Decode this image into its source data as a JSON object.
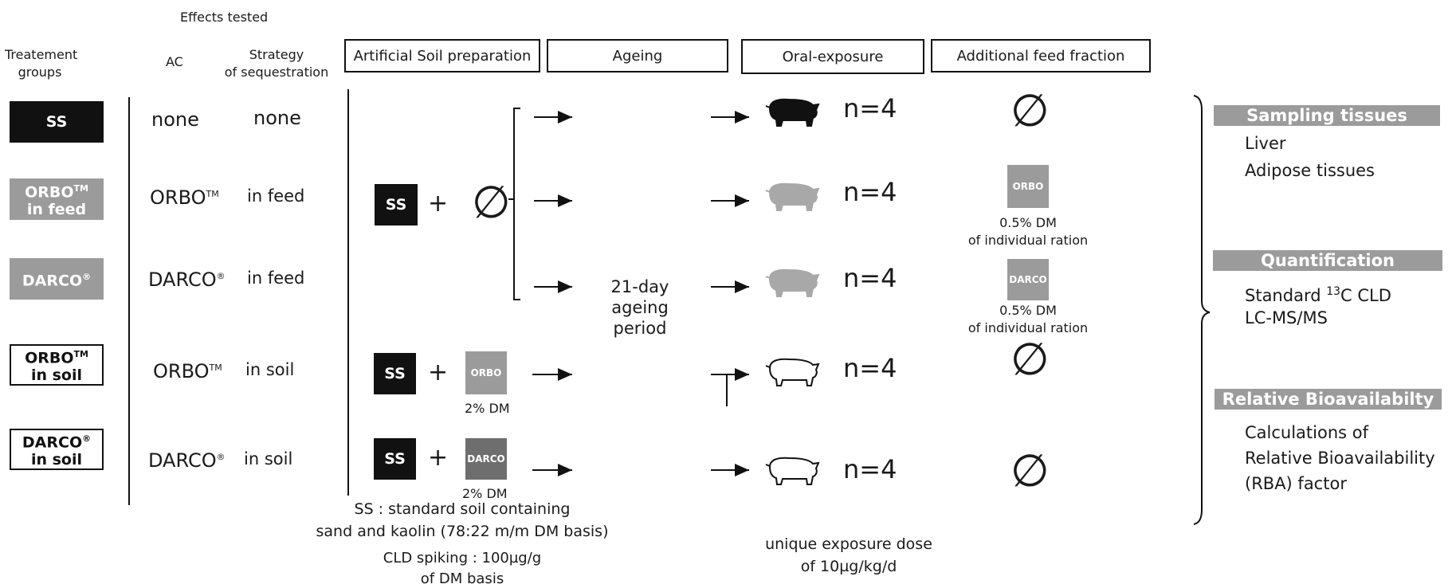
{
  "header": {
    "effects_tested": "Effects tested",
    "treatment_groups": "Treatement\ngroups",
    "ac": "AC",
    "strategy": "Strategy\nof sequestration"
  },
  "stages": [
    {
      "label": "Artificial Soil preparation"
    },
    {
      "label": "Ageing"
    },
    {
      "label": "Oral-exposure"
    },
    {
      "label": "Additional feed fraction"
    }
  ],
  "groups": [
    {
      "line1": "SS",
      "line2": "",
      "style": "dark",
      "ac": "none",
      "ac_sup": "",
      "strategy": "none"
    },
    {
      "line1": "ORBO",
      "line1_sup": "TM",
      "line2": "in feed",
      "style": "gray",
      "ac": "ORBO",
      "ac_sup": "TM",
      "strategy": "in feed"
    },
    {
      "line1": "DARCO",
      "line1_sup": "®",
      "line2": "",
      "style": "gray",
      "ac": "DARCO",
      "ac_sup": "®",
      "strategy": "in feed"
    },
    {
      "line1": "ORBO",
      "line1_sup": "TM",
      "line2": "in soil",
      "style": "outline",
      "ac": "ORBO",
      "ac_sup": "TM",
      "strategy": "in soil"
    },
    {
      "line1": "DARCO",
      "line1_sup": "®",
      "line2": "in soil",
      "style": "outline",
      "ac": "DARCO",
      "ac_sup": "®",
      "strategy": "in soil"
    }
  ],
  "soil": {
    "ss_label": "SS",
    "plus": "+",
    "empty_symbol": "∅",
    "orbo_label": "ORBO",
    "darco_label": "DARCO",
    "dm_orbo": "2% DM",
    "dm_darco": "2% DM",
    "note_line1": "SS : standard soil containing",
    "note_line2": "sand and kaolin (78:22 m/m DM basis)",
    "spike_line1": "CLD spiking : 100µg/g",
    "spike_line2": "of DM basis"
  },
  "ageing": {
    "line1": "21-day",
    "line2": "ageing",
    "line3": "period"
  },
  "exposure": {
    "n_labels": [
      "n=4",
      "n=4",
      "n=4",
      "n=4",
      "n=4"
    ],
    "dose_line1": "unique exposure dose",
    "dose_line2": "of 10µg/kg/d"
  },
  "feed": {
    "empty_symbol": "∅",
    "orbo_label": "ORBO",
    "darco_label": "DARCO",
    "orbo_dm_line1": "0.5% DM",
    "orbo_dm_line2": "of individual ration",
    "darco_dm_line1": "0.5% DM",
    "darco_dm_line2": "of individual ration"
  },
  "panels": {
    "sampling": {
      "title": "Sampling tissues",
      "items": [
        "Liver",
        "Adipose tissues"
      ]
    },
    "quantification": {
      "title": "Quantification",
      "item1_pre": "Standard ",
      "item1_sup": "13",
      "item1_post": "C CLD",
      "item2": "LC-MS/MS"
    },
    "rba": {
      "title": "Relative Bioavailabilty",
      "items": [
        "Calculations of",
        "Relative Bioavailability",
        "(RBA) factor"
      ]
    }
  },
  "colors": {
    "dark": "#111111",
    "gray": "#9b9b9b",
    "darco_square": "#6e6e6e",
    "pig_black": "#111111",
    "pig_gray": "#a8a8a8",
    "pig_white": "#ffffff"
  }
}
